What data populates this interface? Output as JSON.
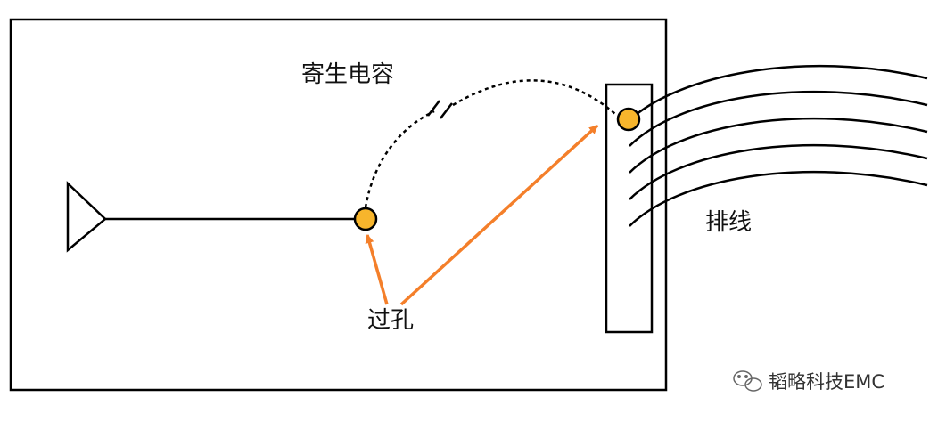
{
  "labels": {
    "parasitic_capacitance": "寄生电容",
    "ribbon_cable": "排线",
    "via": "过孔"
  },
  "watermark": {
    "text": "韬略科技EMC",
    "icon": "wechat-icon"
  },
  "colors": {
    "via_fill": "#F7B52C",
    "arrow": "#F47F2A",
    "stroke": "#000000"
  },
  "icons": {
    "source": "triangle-source-icon",
    "capacitor": "capacitor-symbol-icon"
  }
}
